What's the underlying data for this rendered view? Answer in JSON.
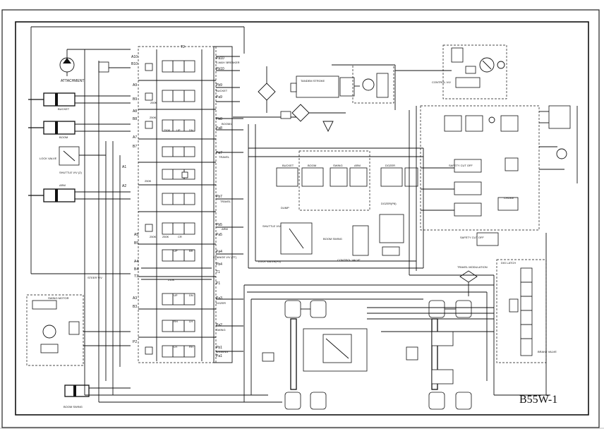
{
  "drawing": {
    "model": "B55W-1"
  },
  "labels": {
    "attachment": "ATTACHMENT",
    "bucket": "BUCKET",
    "boom": "BOOM",
    "lock_valve": "LOCK VALVE",
    "shuttle_2": "SHUTTLE V/V (2)",
    "arm": "ARM",
    "swing_motor": "SWING MOTOR",
    "boom_swing": "BOOM SWING",
    "steer": "STEER V/V",
    "travel": "TRAVEL",
    "change_tv": "CHANGE V/V (TT)",
    "dozer": "DOZER",
    "swing": "SWING",
    "bswing": "B/SWING",
    "bucket_p": "BUCKET",
    "boom1": "BOOM1",
    "travel_p": "TRAVEL",
    "arm_p": "ARM",
    "breaker": "2-WAY/ BREAKER",
    "control_vv": "CONTROL V/V",
    "travel_mod": "TRAVEL MODULATION",
    "dig_latch": "DIG LATCH",
    "safety": "SAFETY CUT OFF",
    "choke": "CHOKE",
    "safety2": "SAFETY CUT OFF",
    "shuttle_vv": "SHUTTLE V/V",
    "lock_valve2": "LOCK VALVE(P3)",
    "boom_swing2": "BOOM SWING",
    "control_valve": "CONTROL VALVE",
    "dump": "DUMP",
    "dozer_pb": "DOZER(P8)",
    "pump_text": "TANDEM STROKE",
    "brake_valve": "BRAKE VALVE"
  },
  "ports": {
    "a10": "A10",
    "b10": "B10",
    "a9": "A9",
    "b9": "B9",
    "a8": "A8",
    "b8": "B8",
    "a7": "A7",
    "b7": "B7",
    "a1": "A1",
    "a2": "A2",
    "a5": "A5",
    "b5": "B5",
    "a4": "A4",
    "b4": "B4",
    "a3": "A3",
    "b3": "B3",
    "t1": "T1",
    "p1": "P1",
    "t2": "T2",
    "p2": "P2",
    "p3": "P3",
    "pa10": "Pa10",
    "pb10": "Pb10",
    "pa9": "Pa9",
    "pb9": "Pb9",
    "pa8": "Pa8",
    "pb8": "Pb8",
    "pa7": "Pa7",
    "pb7": "Pb7",
    "pa5": "Pa5",
    "pb5": "Pb5",
    "pa4": "Pa4",
    "pb4": "Pb4",
    "pa3": "Pa3",
    "pb3": "Pb3",
    "pa2": "Pa2",
    "pb2": "Pb2",
    "pa1": "Pa1",
    "pb1": "Pb1"
  },
  "settings": {
    "s250k": "250K",
    "s210k": "210K",
    "up": "UP",
    "dn": "DN",
    "rh": "RH",
    "lh": "LH",
    "cr": "CR",
    "br": "BR"
  }
}
